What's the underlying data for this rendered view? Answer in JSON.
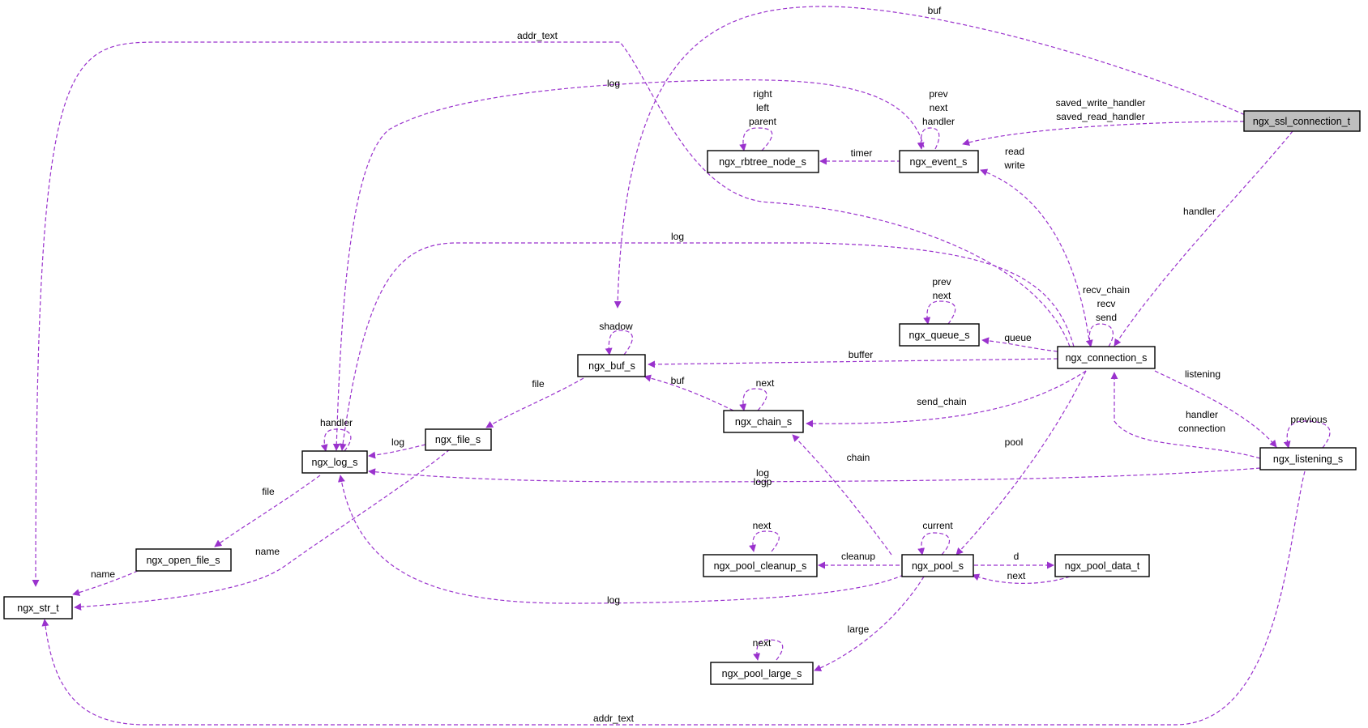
{
  "nodes": {
    "ssl_conn": "ngx_ssl_connection_t",
    "event": "ngx_event_s",
    "rbtree": "ngx_rbtree_node_s",
    "connection": "ngx_connection_s",
    "queue": "ngx_queue_s",
    "buf": "ngx_buf_s",
    "chain": "ngx_chain_s",
    "file": "ngx_file_s",
    "log": "ngx_log_s",
    "open_file": "ngx_open_file_s",
    "str": "ngx_str_t",
    "listening": "ngx_listening_s",
    "pool": "ngx_pool_s",
    "pool_cleanup": "ngx_pool_cleanup_s",
    "pool_data": "ngx_pool_data_t",
    "pool_large": "ngx_pool_large_s"
  },
  "edge_labels": {
    "ssl_buf": "buf",
    "ssl_handlers": [
      "saved_write_handler",
      "saved_read_handler"
    ],
    "ssl_handler": "handler",
    "conn_addr_text": "addr_text",
    "event_log": "log",
    "event_self": [
      "prev",
      "next",
      "handler"
    ],
    "rbtree_self": [
      "right",
      "left",
      "parent"
    ],
    "event_timer": "timer",
    "conn_readwrite": [
      "read",
      "write"
    ],
    "conn_log": "log",
    "queue_self": [
      "prev",
      "next"
    ],
    "conn_queue": "queue",
    "conn_self": [
      "recv_chain",
      "recv",
      "send"
    ],
    "conn_buffer": "buffer",
    "buf_self": "shadow",
    "buf_file": "file",
    "chain_buf": "buf",
    "chain_self": "next",
    "conn_send_chain": "send_chain",
    "conn_listening": "listening",
    "listening_self": "previous",
    "listening_conn": [
      "handler",
      "connection"
    ],
    "log_self": "handler",
    "file_log": "log",
    "conn_pool": "pool",
    "pool_chain": "chain",
    "listening_log": [
      "logp",
      "log"
    ],
    "log_file": "file",
    "open_file_name": "name",
    "file_name": "name",
    "pool_self": "current",
    "cleanup_self": "next",
    "pool_cleanup": "cleanup",
    "pool_d": "d",
    "pool_data_next": "next",
    "pool_log": "log",
    "pool_large": "large",
    "large_self": "next",
    "listening_addr_text": "addr_text"
  }
}
